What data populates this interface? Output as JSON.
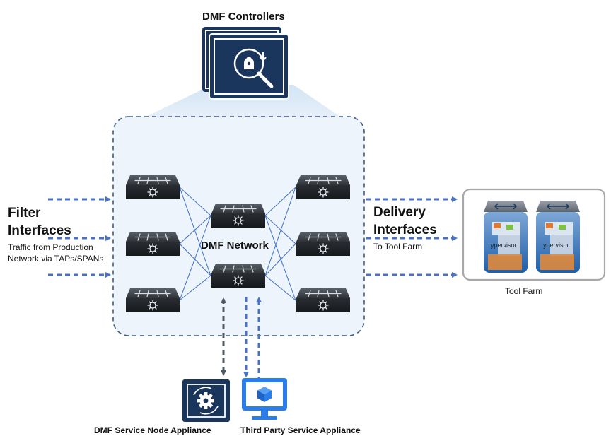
{
  "controllers": {
    "title": "DMF Controllers",
    "icon": "security-search-icon"
  },
  "network": {
    "label": "DMF Network",
    "switch_icon": "switch-icon"
  },
  "filter": {
    "title_line1": "Filter",
    "title_line2": "Interfaces",
    "subtitle_line1": "Traffic from Production",
    "subtitle_line2": "Network via TAPs/SPANs"
  },
  "delivery": {
    "title_line1": "Delivery",
    "title_line2": "Interfaces",
    "subtitle": "To Tool Farm"
  },
  "tool_farm": {
    "label": "Tool Farm",
    "server_text": "ypervisor",
    "icon": "hypervisor-server-icon"
  },
  "service_node": {
    "label": "DMF Service Node Appliance",
    "icon": "gear-icon"
  },
  "third_party": {
    "label": "Third Party Service Appliance",
    "icon": "cube-monitor-icon"
  },
  "colors": {
    "navy": "#1b365d",
    "arrow_blue": "#4a72c4",
    "arrow_dark": "#4d5966",
    "panel_fill": "#eef4fb",
    "third_party_blue": "#2b7de9",
    "switch_dark": "#22262b"
  }
}
